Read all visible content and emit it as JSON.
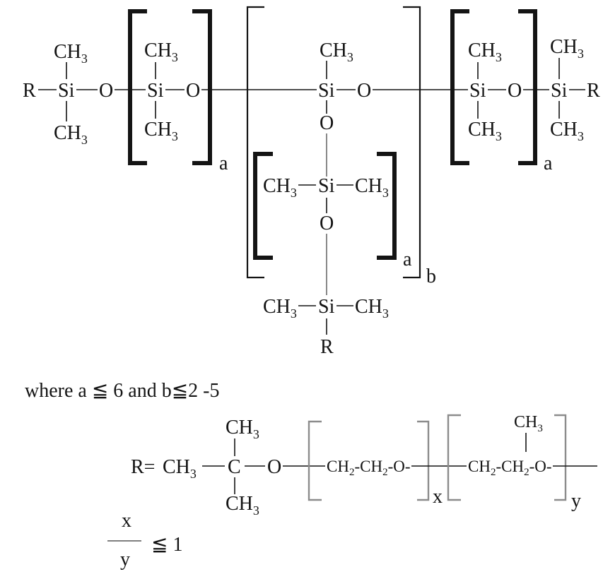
{
  "atoms": {
    "silicon": "Si",
    "oxygen": "O",
    "carbon": "C",
    "end_group": "R",
    "methyl": "CH",
    "methyl_sub": "3"
  },
  "indices": {
    "a": "a",
    "b": "b",
    "x": "x",
    "y": "y"
  },
  "condition": "where a ≦ 6 and b≦2 -5",
  "r_group": {
    "prefix": "R=",
    "ether_unit": [
      "CH",
      "2",
      "-CH",
      "2",
      "-O-"
    ]
  },
  "ratio": {
    "numerator": "x",
    "denominator": "y",
    "relation": "≦ 1"
  },
  "colors": {
    "ink": "#141414",
    "bracket_gray": "#8c8c8c"
  }
}
